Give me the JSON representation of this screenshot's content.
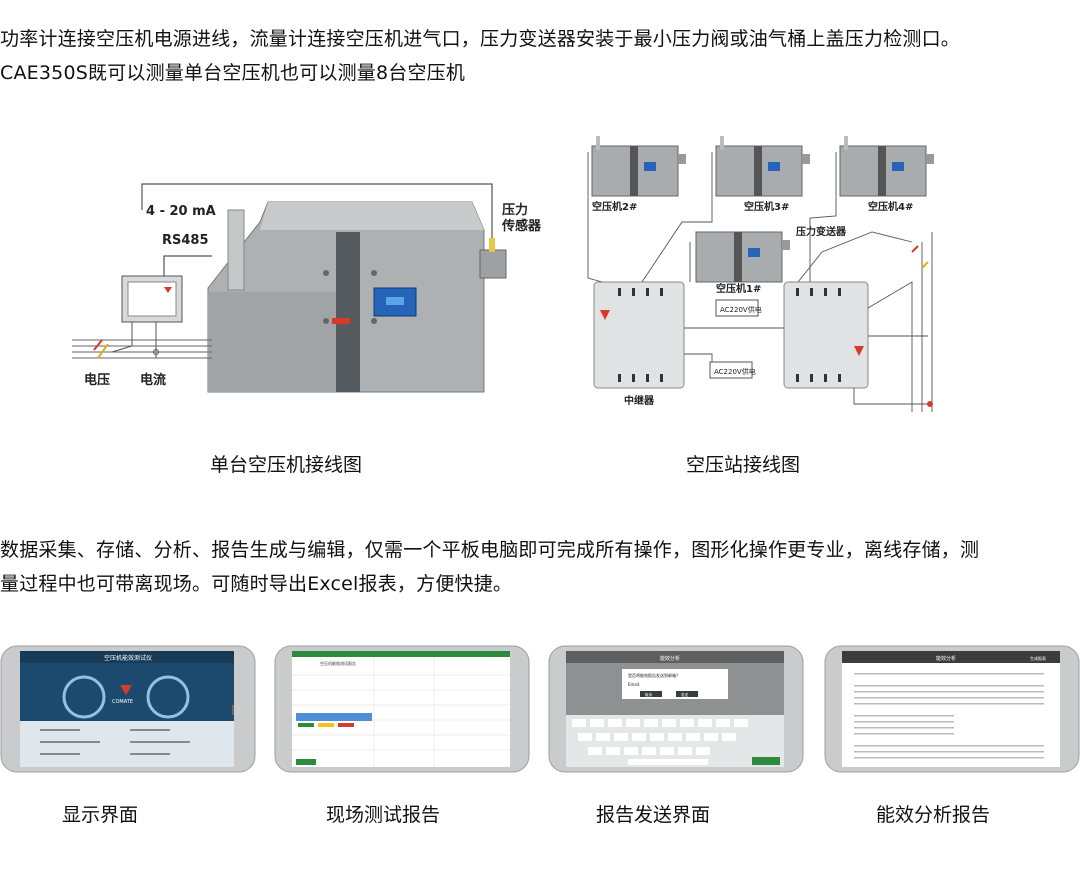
{
  "intro": {
    "line1": "功率计连接空压机电源进线，流量计连接空压机进气口，压力变送器安装于最小压力阀或油气桶上盖压力检测口。",
    "line2": "CAE350S既可以测量单台空压机也可以测量8台空压机"
  },
  "diagram_single": {
    "label_ma": "4 - 20 mA",
    "label_rs485": "RS485",
    "label_pressure": "压力",
    "label_sensor": "传感器",
    "label_voltage": "电压",
    "label_current": "电流",
    "caption": "单台空压机接线图"
  },
  "diagram_station": {
    "c2": "空压机2#",
    "c3": "空压机3#",
    "c4": "空压机4#",
    "c1": "空压机1#",
    "transmitter": "压力变送器",
    "ac1": "AC220V供电",
    "ac2": "AC220V供电",
    "relay": "中继器",
    "caption": "空压站接线图"
  },
  "body": {
    "line1": "数据采集、存储、分析、报告生成与编辑，仅需一个平板电脑即可完成所有操作，图形化操作更专业，离线存储，测",
    "line2": "量过程中也可带离现场。可随时导出Excel报表，方便快捷。"
  },
  "screens": [
    {
      "caption": "显示界面",
      "title": "空压机能效测试仪",
      "brand": "COMATE"
    },
    {
      "caption": "现场测试报告",
      "title": "空压机能效测试报告"
    },
    {
      "caption": "报告发送界面",
      "title": "能效分析",
      "dialog": "是否将能效报告发送到邮箱?",
      "email": "Email:",
      "btn_cancel": "取消",
      "btn_ok": "发送"
    },
    {
      "caption": "能效分析报告",
      "title": "能效分析",
      "corner": "生成报表"
    }
  ]
}
